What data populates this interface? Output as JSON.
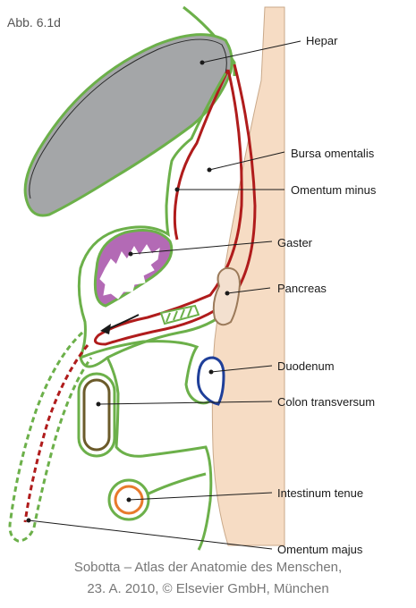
{
  "figure_id": "Abb. 6.1d",
  "labels": {
    "hepar": "Hepar",
    "bursa_omentalis": "Bursa omentalis",
    "omentum_minus": "Omentum minus",
    "gaster": "Gaster",
    "pancreas": "Pancreas",
    "duodenum": "Duodenum",
    "colon_transversum": "Colon transversum",
    "intestinum_tenue": "Intestinum tenue",
    "omentum_majus": "Omentum majus"
  },
  "credit": {
    "line1": "Sobotta – Atlas der Anatomie des Menschen,",
    "line2": "23. A. 2010, © Elsevier GmbH, München"
  },
  "colors": {
    "peritoneum": "#6cb04a",
    "bursa_lining": "#b01c1c",
    "body_wall": "#f6dcc4",
    "liver": "#a4a6a8",
    "stomach": "#b36ab5",
    "duodenum": "#1f3f99",
    "colon": "#6b5b2a",
    "small_intestine": "#e87a2b",
    "pancreas_fill": "#f3e0cf",
    "pancreas_stroke": "#9b7a5a"
  }
}
